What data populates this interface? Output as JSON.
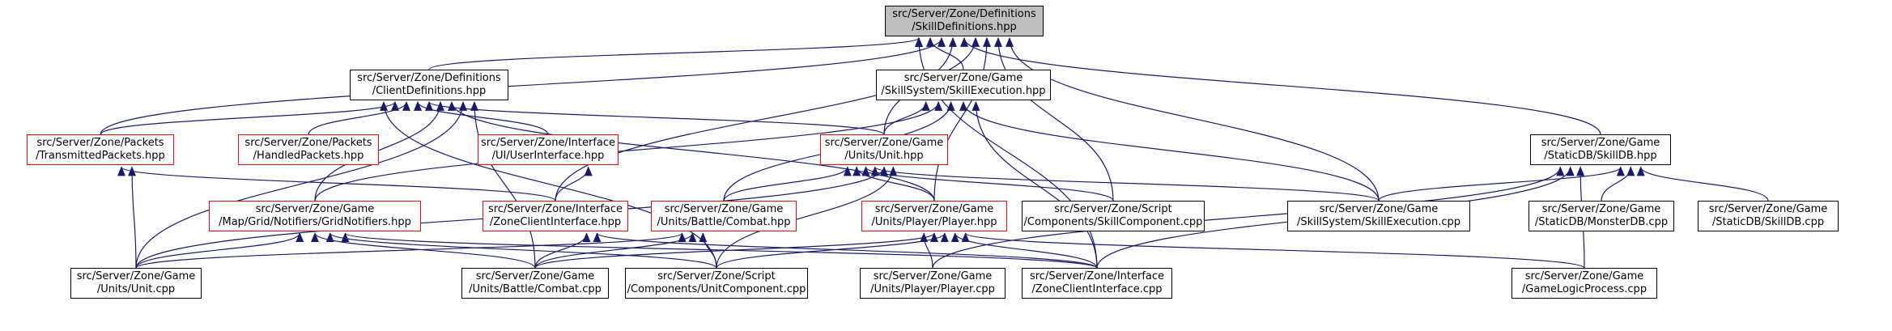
{
  "diagram": {
    "colors": {
      "edge": "#191970",
      "border_normal": "#000000",
      "border_truncated": "#ff0000",
      "root_fill": "#bfbfbf"
    },
    "nodes": [
      {
        "id": "skilldef",
        "lines": [
          "src/Server/Zone/Definitions",
          "/SkillDefinitions.hpp"
        ],
        "style": "root"
      },
      {
        "id": "clientdef",
        "lines": [
          "src/Server/Zone/Definitions",
          "/ClientDefinitions.hpp"
        ],
        "style": "normal"
      },
      {
        "id": "skillexec_hpp",
        "lines": [
          "src/Server/Zone/Game",
          "/SkillSystem/SkillExecution.hpp"
        ],
        "style": "normal"
      },
      {
        "id": "transmitted",
        "lines": [
          "src/Server/Zone/Packets",
          "/TransmittedPackets.hpp"
        ],
        "style": "truncated"
      },
      {
        "id": "handled",
        "lines": [
          "src/Server/Zone/Packets",
          "/HandledPackets.hpp"
        ],
        "style": "truncated"
      },
      {
        "id": "userinterface",
        "lines": [
          "src/Server/Zone/Interface",
          "/UI/UserInterface.hpp"
        ],
        "style": "truncated"
      },
      {
        "id": "unit_hpp",
        "lines": [
          "src/Server/Zone/Game",
          "/Units/Unit.hpp"
        ],
        "style": "truncated"
      },
      {
        "id": "skilldb_hpp",
        "lines": [
          "src/Server/Zone/Game",
          "/StaticDB/SkillDB.hpp"
        ],
        "style": "normal"
      },
      {
        "id": "gridnotifiers",
        "lines": [
          "src/Server/Zone/Game",
          "/Map/Grid/Notifiers/GridNotifiers.hpp"
        ],
        "style": "truncated"
      },
      {
        "id": "zoneclient_hpp",
        "lines": [
          "src/Server/Zone/Interface",
          "/ZoneClientInterface.hpp"
        ],
        "style": "truncated"
      },
      {
        "id": "combat_hpp",
        "lines": [
          "src/Server/Zone/Game",
          "/Units/Battle/Combat.hpp"
        ],
        "style": "truncated"
      },
      {
        "id": "player_hpp",
        "lines": [
          "src/Server/Zone/Game",
          "/Units/Player/Player.hpp"
        ],
        "style": "truncated"
      },
      {
        "id": "skillcomp_cpp",
        "lines": [
          "src/Server/Zone/Script",
          "/Components/SkillComponent.cpp"
        ],
        "style": "normal"
      },
      {
        "id": "skillexec_cpp",
        "lines": [
          "src/Server/Zone/Game",
          "/SkillSystem/SkillExecution.cpp"
        ],
        "style": "normal"
      },
      {
        "id": "monsterdb_cpp",
        "lines": [
          "src/Server/Zone/Game",
          "/StaticDB/MonsterDB.cpp"
        ],
        "style": "normal"
      },
      {
        "id": "skilldb_cpp",
        "lines": [
          "src/Server/Zone/Game",
          "/StaticDB/SkillDB.cpp"
        ],
        "style": "normal"
      },
      {
        "id": "unit_cpp",
        "lines": [
          "src/Server/Zone/Game",
          "/Units/Unit.cpp"
        ],
        "style": "normal"
      },
      {
        "id": "combat_cpp",
        "lines": [
          "src/Server/Zone/Game",
          "/Units/Battle/Combat.cpp"
        ],
        "style": "normal"
      },
      {
        "id": "unitcomp_cpp",
        "lines": [
          "src/Server/Zone/Script",
          "/Components/UnitComponent.cpp"
        ],
        "style": "normal"
      },
      {
        "id": "player_cpp",
        "lines": [
          "src/Server/Zone/Game",
          "/Units/Player/Player.cpp"
        ],
        "style": "normal"
      },
      {
        "id": "zoneclient_cpp",
        "lines": [
          "src/Server/Zone/Interface",
          "/ZoneClientInterface.cpp"
        ],
        "style": "normal"
      },
      {
        "id": "gamelogic_cpp",
        "lines": [
          "src/Server/Zone/Game",
          "/GameLogicProcess.cpp"
        ],
        "style": "normal"
      }
    ],
    "edges": [
      [
        "clientdef",
        "skilldef"
      ],
      [
        "skillexec_hpp",
        "skilldef"
      ],
      [
        "transmitted",
        "skilldef"
      ],
      [
        "unit_hpp",
        "skilldef"
      ],
      [
        "skilldb_hpp",
        "skilldef"
      ],
      [
        "zoneclient_hpp",
        "skilldef"
      ],
      [
        "player_hpp",
        "skilldef"
      ],
      [
        "skillcomp_cpp",
        "skilldef"
      ],
      [
        "skillexec_cpp",
        "skilldef"
      ],
      [
        "zoneclient_cpp",
        "skilldef"
      ],
      [
        "transmitted",
        "clientdef"
      ],
      [
        "handled",
        "clientdef"
      ],
      [
        "userinterface",
        "clientdef"
      ],
      [
        "unit_hpp",
        "clientdef"
      ],
      [
        "gridnotifiers",
        "clientdef"
      ],
      [
        "player_hpp",
        "clientdef"
      ],
      [
        "unit_cpp",
        "clientdef"
      ],
      [
        "combat_cpp",
        "clientdef"
      ],
      [
        "unitcomp_cpp",
        "clientdef"
      ],
      [
        "unit_hpp",
        "skillexec_hpp"
      ],
      [
        "gridnotifiers",
        "skillexec_hpp"
      ],
      [
        "combat_hpp",
        "skillexec_hpp"
      ],
      [
        "skillexec_cpp",
        "skillexec_hpp"
      ],
      [
        "zoneclient_cpp",
        "skillexec_hpp"
      ],
      [
        "zoneclient_hpp",
        "transmitted"
      ],
      [
        "unit_cpp",
        "transmitted"
      ],
      [
        "zoneclient_hpp",
        "userinterface"
      ],
      [
        "combat_hpp",
        "unit_hpp"
      ],
      [
        "player_hpp",
        "unit_hpp"
      ],
      [
        "skillcomp_cpp",
        "unit_hpp"
      ],
      [
        "skillexec_cpp",
        "unit_hpp"
      ],
      [
        "unit_cpp",
        "unit_hpp"
      ],
      [
        "unitcomp_cpp",
        "unit_hpp"
      ],
      [
        "skillexec_cpp",
        "skilldb_hpp"
      ],
      [
        "monsterdb_cpp",
        "skilldb_hpp"
      ],
      [
        "skilldb_cpp",
        "skilldb_hpp"
      ],
      [
        "player_cpp",
        "skilldb_hpp"
      ],
      [
        "zoneclient_cpp",
        "skilldb_hpp"
      ],
      [
        "gamelogic_cpp",
        "skilldb_hpp"
      ],
      [
        "unit_cpp",
        "gridnotifiers"
      ],
      [
        "combat_cpp",
        "gridnotifiers"
      ],
      [
        "unitcomp_cpp",
        "gridnotifiers"
      ],
      [
        "zoneclient_cpp",
        "gridnotifiers"
      ],
      [
        "combat_cpp",
        "zoneclient_hpp"
      ],
      [
        "zoneclient_cpp",
        "zoneclient_hpp"
      ],
      [
        "unit_cpp",
        "combat_hpp"
      ],
      [
        "combat_cpp",
        "combat_hpp"
      ],
      [
        "unitcomp_cpp",
        "combat_hpp"
      ],
      [
        "player_cpp",
        "player_hpp"
      ],
      [
        "combat_cpp",
        "player_hpp"
      ],
      [
        "unitcomp_cpp",
        "player_hpp"
      ],
      [
        "zoneclient_cpp",
        "player_hpp"
      ],
      [
        "gamelogic_cpp",
        "player_hpp"
      ]
    ]
  }
}
